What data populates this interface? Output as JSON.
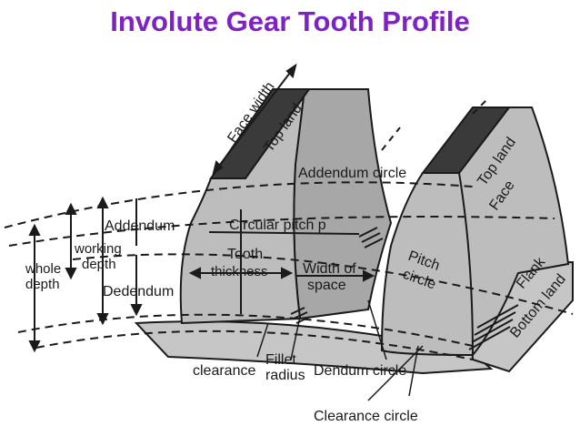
{
  "title": "Involute Gear Tooth Profile",
  "colors": {
    "title": "#7e22c4",
    "tooth_face": "#bdbdbd",
    "tooth_side": "#a7a7a7",
    "top_land": "#3a3a3a",
    "base": "#c6c6c6",
    "line": "#1a1a1a"
  },
  "labels": {
    "face_width": "Face width",
    "top_land_1": "Top land",
    "top_land_2": "Top land",
    "addendum_circle": "Addendum circle",
    "face": "Face",
    "addendum": "Addendum",
    "circular_pitch": "Circular pitch p",
    "working": "working",
    "depth_1": "depth",
    "whole": "whole",
    "depth_2": "depth",
    "dedendum": "Dedendum",
    "tooth": "Tooth",
    "thickness": "thickness",
    "width_of": "Width of",
    "space": "space",
    "pitch": "Pitch",
    "circle": "circle",
    "flank": "Flank",
    "bottom_land": "Bottom land",
    "clearance": "clearance",
    "fillet": "Fillet",
    "radius": "radius",
    "dendum_circle": "Dendum circle",
    "clearance_circle": "Clearance circle"
  }
}
